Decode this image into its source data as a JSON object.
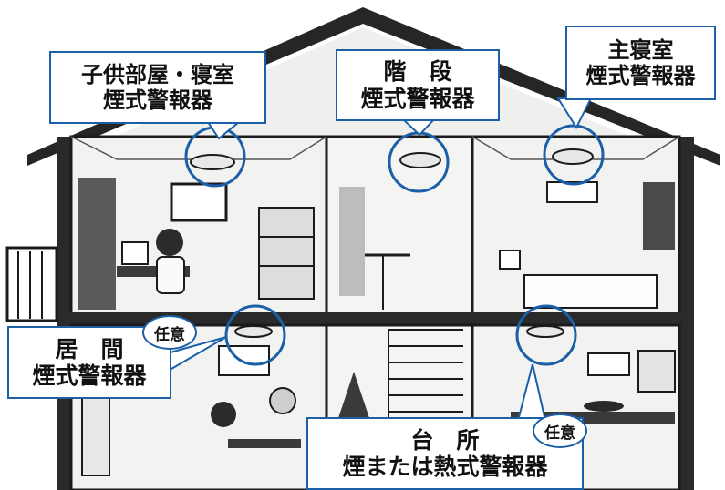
{
  "labels": {
    "kids_room": {
      "line1": "子供部屋・寝室",
      "line2": "煙式警報器"
    },
    "stairs": {
      "line1": "階　段",
      "line2": "煙式警報器"
    },
    "master": {
      "line1": "主寝室",
      "line2": "煙式警報器"
    },
    "living": {
      "line1": "居　間",
      "line2": "煙式警報器"
    },
    "kitchen": {
      "line1": "台　所",
      "line2": "煙または熱式警報器"
    }
  },
  "badges": {
    "living_optional": "任意",
    "kitchen_optional": "任意"
  },
  "colors": {
    "accent": "#1a5fa8",
    "ink": "#1b1b1b",
    "wall": "#f3f3f1",
    "roof": "#262626"
  }
}
